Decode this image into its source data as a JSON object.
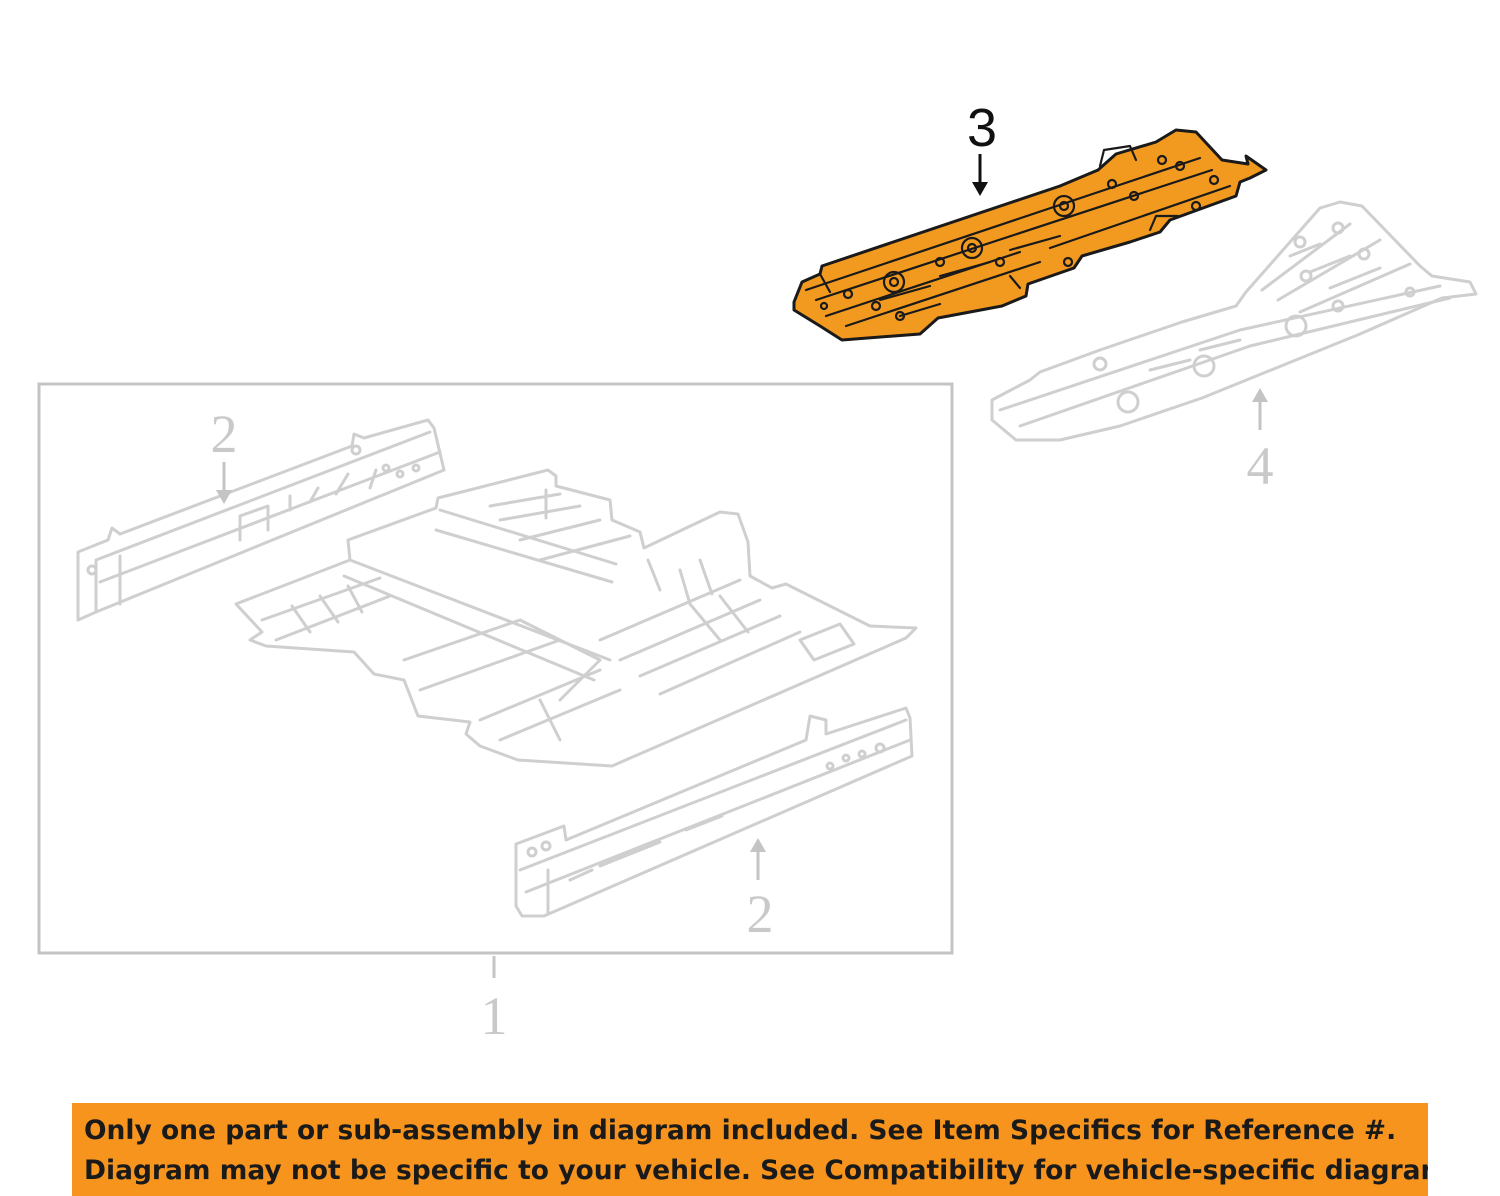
{
  "colors": {
    "highlight_part": "#f29a1f",
    "banner_background": "#f7941e",
    "ghost_lines": "#cfcfcf",
    "group_box": "#c4c4c4"
  },
  "callouts": {
    "c1": "1",
    "c2_upper": "2",
    "c2_lower": "2",
    "c3": "3",
    "c4": "4"
  },
  "banner": {
    "line1": "Only one part or sub-assembly in diagram included. See Item Specifics for Reference #.",
    "line2": "Diagram may not be specific to your vehicle. See Compatibility for vehicle-specific diagrams."
  }
}
